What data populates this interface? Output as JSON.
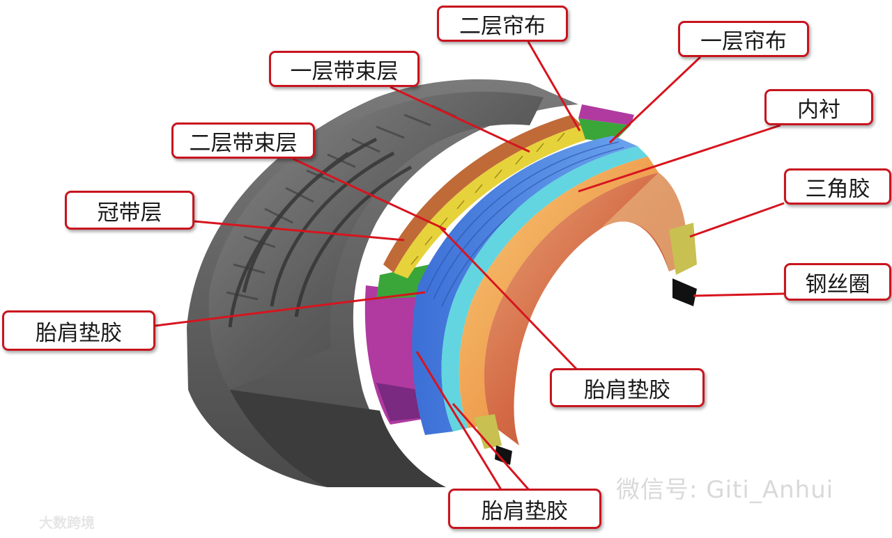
{
  "labels": {
    "ply2": "二层帘布",
    "ply1": "一层帘布",
    "belt1": "一层带束层",
    "liner": "内衬",
    "belt2": "二层带束层",
    "apex": "三角胶",
    "cap": "冠带层",
    "bead": "钢丝圈",
    "shoulder_left": "胎肩垫胶",
    "shoulder_center": "胎肩垫胶",
    "shoulder_bottom": "胎肩垫胶"
  },
  "watermarks": {
    "wechat": "微信号: Giti_Anhui",
    "bottom_left": "大数跨境"
  },
  "colors": {
    "callout_border": "#c8141e",
    "leader_line": "#d7141e",
    "tire_gray": "#6b6b6b",
    "ply_blue": "#4a7fdc",
    "liner_orange": "#f3b05a",
    "belt_yellow": "#e6d23a",
    "cap_copper": "#c06a38",
    "shoulder_green": "#3aa63a",
    "sidewall_magenta": "#b03aa0"
  }
}
